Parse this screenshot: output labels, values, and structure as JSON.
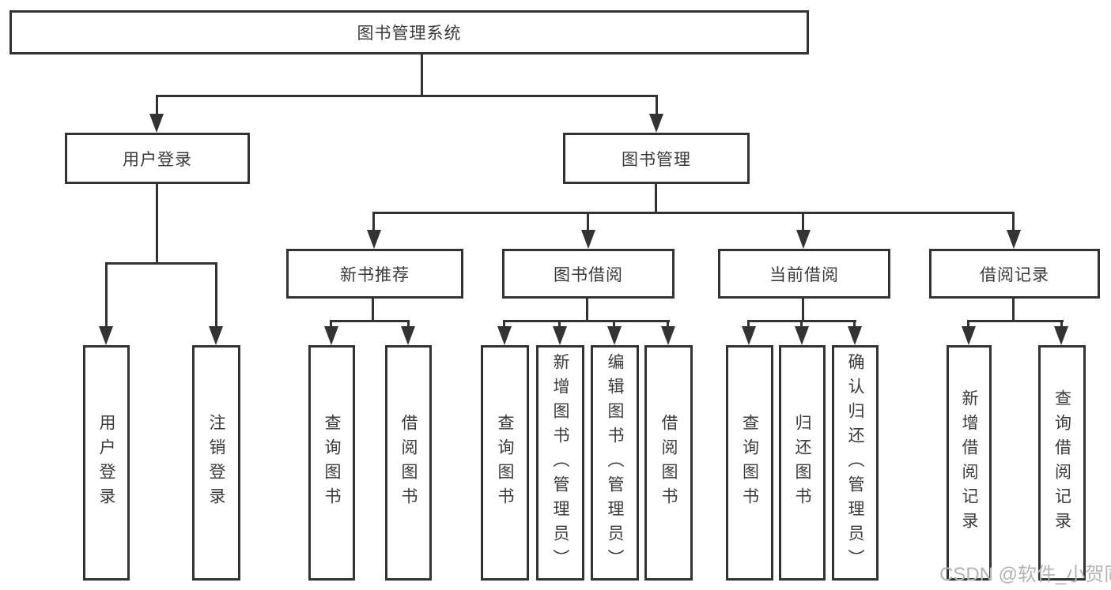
{
  "diagram": {
    "root": "图书管理系统",
    "level2": [
      "用户登录",
      "图书管理"
    ],
    "level3": [
      "新书推荐",
      "图书借阅",
      "当前借阅",
      "借阅记录"
    ],
    "level4": {
      "user_login": [
        "用户登录",
        "注销登录"
      ],
      "new_books": [
        "查询图书",
        "借阅图书"
      ],
      "book_borrow": [
        "查询图书",
        "新增图书（管理员）",
        "编辑图书（管理员）",
        "借阅图书"
      ],
      "current_borrow": [
        "查询图书",
        "归还图书",
        "确认归还（管理员）"
      ],
      "borrow_records": [
        "新增借阅记录",
        "查询借阅记录"
      ]
    },
    "watermark": "CSDN @软件_小贺同学",
    "colors": {
      "line": "#333333",
      "text": "#3a3a3a",
      "watermark": "#b3b3b3",
      "background": "#ffffff"
    }
  }
}
